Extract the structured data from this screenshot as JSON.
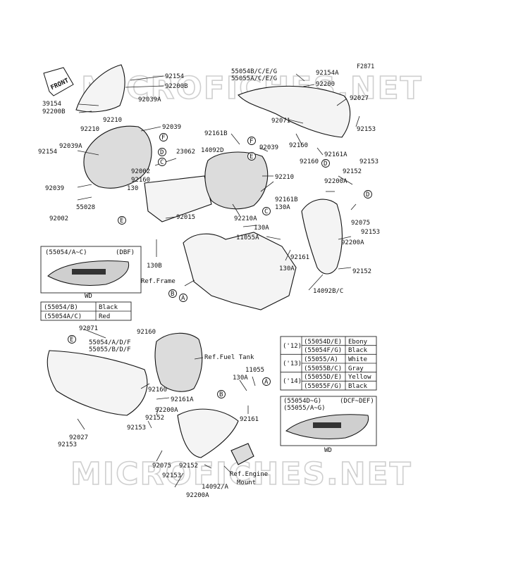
{
  "figure_code": "F2871",
  "watermark_text": "MICROFICHES.NET",
  "front_label": "FRONT",
  "ref_frame": "Ref.Frame",
  "ref_fuel_tank": "Ref.Fuel Tank",
  "ref_engine_mount_1": "Ref.Engine",
  "ref_engine_mount_2": "Mount",
  "callout_letters": [
    "A",
    "B",
    "C",
    "D",
    "E",
    "F"
  ],
  "part_labels": {
    "p92154_a": "92154",
    "p92200b_a": "92200B",
    "p92039a_a": "92039A",
    "p39154": "39154",
    "p92200b_b": "92200B",
    "p92210_a": "92210",
    "p92210_b": "92210",
    "p92039_a": "92039",
    "p92154_b": "92154",
    "p92039a_b": "92039A",
    "p23062": "23062",
    "p92002_a": "92002",
    "p92160_a": "92160",
    "p130_a": "130",
    "p92039_b": "92039",
    "p55028": "55028",
    "p92002_b": "92002",
    "p92015": "92015",
    "p130b": "130B",
    "p92161b_a": "92161B",
    "p14092d": "14092D",
    "p92039_c": "92039",
    "p92210_c": "92210",
    "p92161b_b": "92161B",
    "p92210a": "92210A",
    "p130a_a": "130A",
    "p130a_b": "130A",
    "p11055a": "11055A",
    "p92161_a": "92161",
    "p130a_c": "130A",
    "p55054b": "55054B/C/E/G",
    "p55055a": "55055A/C/E/G",
    "p92154a": "92154A",
    "p92200": "92200",
    "p92027_a": "92027",
    "p92071_a": "92071",
    "p92153_a": "92153",
    "p92160_b": "92160",
    "p92161a_a": "92161A",
    "p92160_c": "92160",
    "p92153_b": "92153",
    "p92152_a": "92152",
    "p92200a_a": "92200A",
    "p92075_a": "92075",
    "p92153_c": "92153",
    "p92200a_b": "92200A",
    "p92152_b": "92152",
    "p14092bc": "14092B/C",
    "p92071_b": "92071",
    "p92160_d": "92160",
    "p55054adf": "55054/A/D/F",
    "p55055bdf": "55055/B/D/F",
    "p92160_e": "92160",
    "p92161a_b": "92161A",
    "p92200a_c": "92200A",
    "p92152_c": "92152",
    "p92153_d": "92153",
    "p92027_b": "92027",
    "p92153_e": "92153",
    "p92075_b": "92075",
    "p92152_d": "92152",
    "p92153_f": "92153",
    "p14092a": "14092/A",
    "p92200a_d": "92200A",
    "p130a_d": "130A",
    "p11055": "11055",
    "p92161_b": "92161"
  },
  "inset_dbf": {
    "code": "(55054/A~C)",
    "variant": "(DBF)",
    "label": "WD"
  },
  "color_table_a": [
    {
      "code": "(55054/B)",
      "color": "Black"
    },
    {
      "code": "(55054A/C)",
      "color": "Red"
    }
  ],
  "color_table_b": [
    {
      "year": "('12)",
      "code": "(55054D/E)",
      "color": "Ebony"
    },
    {
      "year": "",
      "code": "(55054F/G)",
      "color": "Black"
    },
    {
      "year": "('13)",
      "code": "(55055/A)",
      "color": "White"
    },
    {
      "year": "",
      "code": "(55055B/C)",
      "color": "Gray"
    },
    {
      "year": "('14)",
      "code": "(55055D/E)",
      "color": "Yellow"
    },
    {
      "year": "",
      "code": "(55055F/G)",
      "color": "Black"
    }
  ],
  "inset_dcf": {
    "code_1": "(55054D~G)",
    "code_2": "(55055/A~G)",
    "variant": "(DCF~DEF)",
    "label": "WD"
  }
}
